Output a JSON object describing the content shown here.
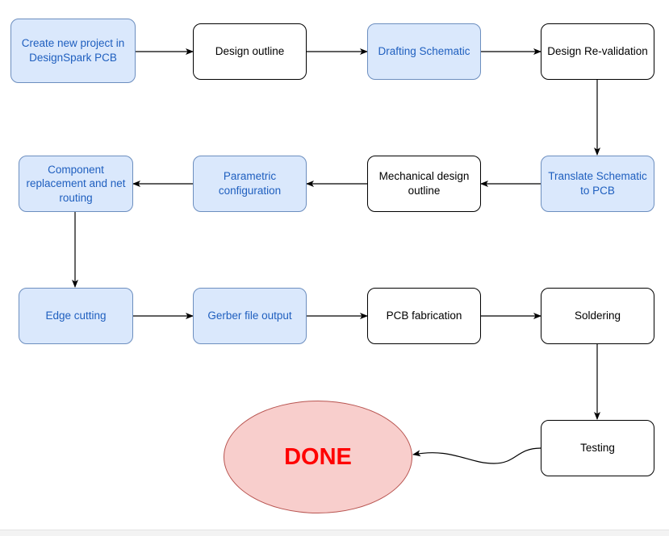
{
  "nodes": {
    "create_project": "Create new project in DesignSpark PCB",
    "design_outline": "Design outline",
    "drafting_schematic": "Drafting Schematic",
    "design_revalidation": "Design Re-validation",
    "translate_schematic": "Translate Schematic to PCB",
    "mechanical_outline": "Mechanical design outline",
    "parametric_config": "Parametric configuration",
    "component_replacement": "Component replacement and net routing",
    "edge_cutting": "Edge cutting",
    "gerber_output": "Gerber file output",
    "pcb_fabrication": "PCB fabrication",
    "soldering": "Soldering",
    "testing": "Testing",
    "done": "DONE"
  },
  "colors": {
    "blue_fill": "#dae8fc",
    "blue_stroke": "#6c8ebf",
    "blue_text": "#1f5fbf",
    "done_fill": "#f8cecc",
    "done_stroke": "#b85450",
    "done_text": "#ff0000",
    "edge": "#000000"
  }
}
